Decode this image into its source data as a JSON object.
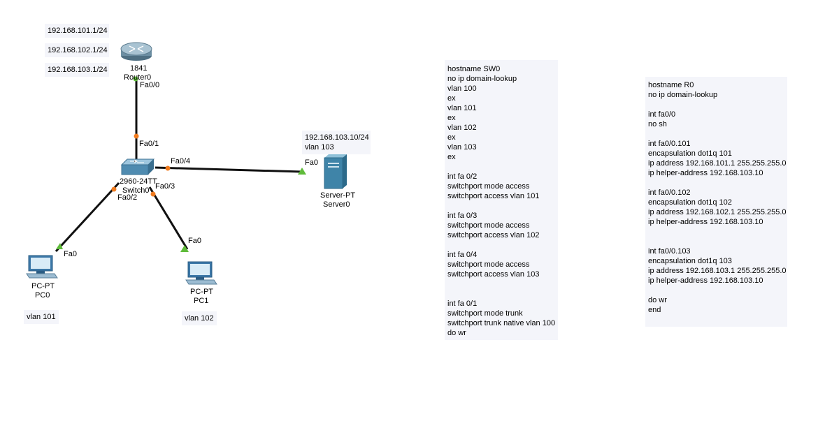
{
  "colors": {
    "link": "#111111",
    "port_up": "#5fbb3a",
    "port_down": "#f07b1f",
    "note_bg": "#f4f5fa",
    "router": "#6d8fa3",
    "switch": "#4f8bb0",
    "server": "#3f84a8",
    "pc": "#3c78a8"
  },
  "router_notes": [
    "192.168.101.1/24",
    "192.168.102.1/24",
    "192.168.103.1/24"
  ],
  "devices": {
    "router": {
      "model": "1841",
      "name": "Router0",
      "icon": "router-icon"
    },
    "switch": {
      "model": "2960-24TT",
      "name": "Switch0",
      "icon": "switch-icon"
    },
    "server": {
      "model": "Server-PT",
      "name": "Server0",
      "icon": "server-icon"
    },
    "pc0": {
      "model": "PC-PT",
      "name": "PC0",
      "icon": "pc-icon"
    },
    "pc1": {
      "model": "PC-PT",
      "name": "PC1",
      "icon": "pc-icon"
    }
  },
  "ports": {
    "router_fa0_0": "Fa0/0",
    "switch_fa0_1": "Fa0/1",
    "switch_fa0_4": "Fa0/4",
    "switch_fa0_2": "Fa0/2",
    "switch_fa0_3": "Fa0/3",
    "server_fa0": "Fa0",
    "pc0_fa0": "Fa0",
    "pc1_fa0": "Fa0"
  },
  "server_note": [
    "192.168.103.10/24",
    "vlan 103"
  ],
  "pc0_note": "vlan 101",
  "pc1_note": "vlan 102",
  "switch_config": [
    "hostname SW0",
    "no ip domain-lookup",
    "vlan 100",
    "ex",
    "vlan 101",
    "ex",
    "vlan 102",
    "ex",
    "vlan 103",
    "ex",
    "",
    "int fa 0/2",
    "switchport mode access",
    "switchport access vlan 101",
    "",
    "int fa 0/3",
    "switchport mode access",
    "switchport access vlan 102",
    "",
    "int fa 0/4",
    "switchport mode access",
    "switchport access vlan 103",
    "",
    "",
    "int fa 0/1",
    "switchport mode trunk",
    "switchport trunk native vlan 100",
    "do wr"
  ],
  "router_config": [
    "hostname R0",
    "no ip domain-lookup",
    "",
    "int fa0/0",
    "no sh",
    "",
    "int fa0/0.101",
    "encapsulation dot1q 101",
    "ip address 192.168.101.1 255.255.255.0",
    "ip helper-address 192.168.103.10",
    "",
    "int fa0/0.102",
    "encapsulation dot1q 102",
    "ip address 192.168.102.1 255.255.255.0",
    "ip helper-address 192.168.103.10",
    "",
    "",
    "int fa0/0.103",
    "encapsulation dot1q 103",
    "ip address 192.168.103.1 255.255.255.0",
    "ip helper-address 192.168.103.10",
    "",
    "do wr",
    "end"
  ]
}
